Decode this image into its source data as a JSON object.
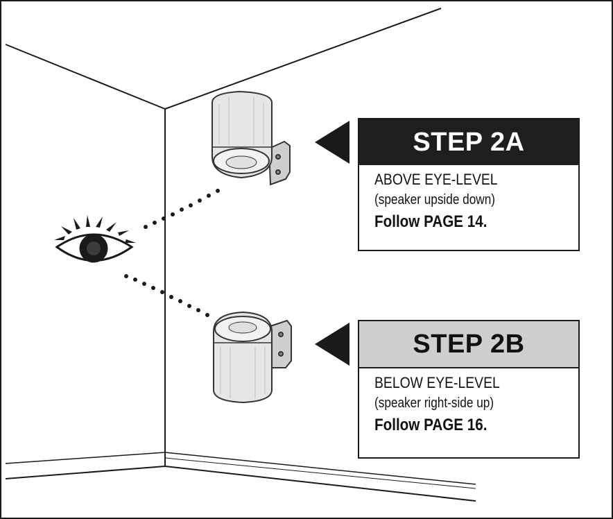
{
  "step_a": {
    "title": "STEP 2A",
    "line1": "ABOVE EYE-LEVEL",
    "line2": "(speaker upside down)",
    "line3": "Follow PAGE 14."
  },
  "step_b": {
    "title": "STEP 2B",
    "line1": "BELOW EYE-LEVEL",
    "line2": "(speaker right-side up)",
    "line3": "Follow PAGE 16."
  },
  "colors": {
    "line": "#1a1a1a",
    "header_a": "#1e1e1e",
    "header_b": "#cfcfcf",
    "speaker_fill": "#e6e6e6"
  }
}
